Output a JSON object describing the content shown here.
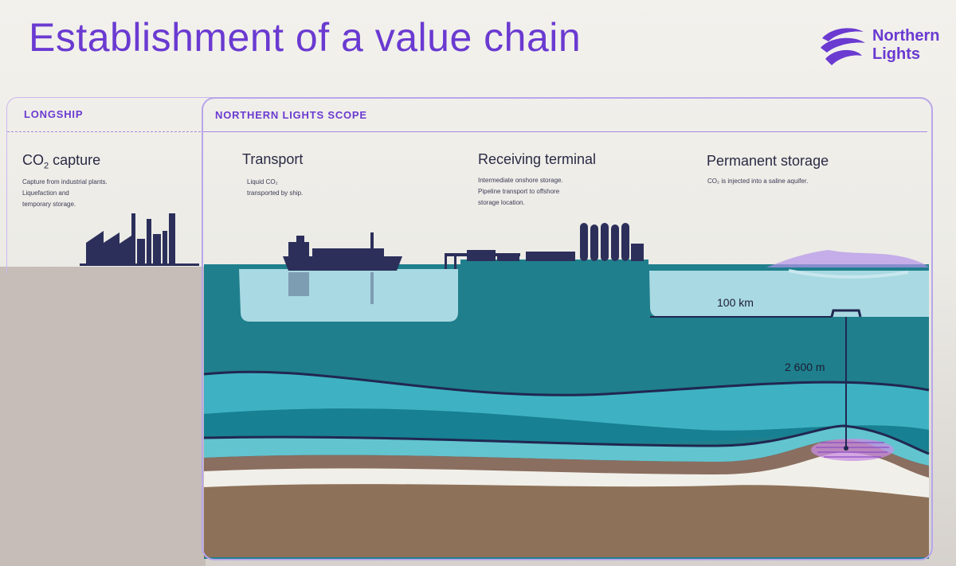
{
  "title": "Establishment of a value chain",
  "logo": {
    "line1": "Northern",
    "line2": "Lights",
    "icon": "northern-lights-swirl-icon"
  },
  "panels": {
    "longship_label": "LONGSHIP",
    "scope_label": "NORTHERN LIGHTS SCOPE"
  },
  "stages": {
    "capture": {
      "title_prefix": "CO",
      "title_sub": "2",
      "title_suffix": " capture",
      "desc": [
        "Capture from industrial plants.",
        "Liquefaction and",
        "temporary storage."
      ]
    },
    "transport": {
      "title": "Transport",
      "desc": [
        "Liquid CO₂",
        "transported by ship."
      ]
    },
    "terminal": {
      "title": "Receiving terminal",
      "desc": [
        "Intermediate onshore storage.",
        "Pipeline transport to offshore",
        "storage location."
      ]
    },
    "storage": {
      "title": "Permanent storage",
      "desc": [
        "CO₂ is injected into a saline aquifer."
      ]
    }
  },
  "measurements": {
    "distance": "100 km",
    "depth": "2 600 m"
  },
  "colors": {
    "accent": "#6a3ad1",
    "sea_light": "#9fd4de",
    "sea_deep": "#1f7f8d",
    "silhouette": "#2c2f5a",
    "seabed": "#8b7058"
  }
}
